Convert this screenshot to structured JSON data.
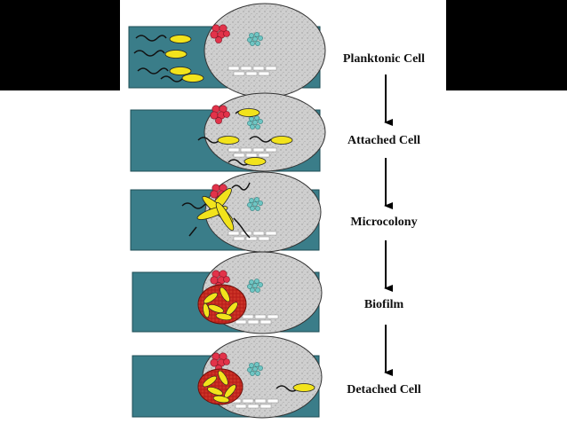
{
  "stages": [
    {
      "label": "Planktonic Cell"
    },
    {
      "label": "Attached Cell"
    },
    {
      "label": "Microcolony"
    },
    {
      "label": "Biofilm"
    },
    {
      "label": "Detached Cell"
    }
  ],
  "colors": {
    "water": "#3a7d89",
    "surface_cell": "#c8c8c8",
    "bacterium": "#f2e31c",
    "matrix": "#c3261f",
    "red_cluster": "#e2334a",
    "blue_cluster": "#6fc6c4",
    "flagellum": "#111111"
  },
  "icons": [
    "bacterium-icon",
    "red-cluster-icon",
    "blue-cluster-icon",
    "white-particles-icon",
    "down-arrow-icon"
  ]
}
